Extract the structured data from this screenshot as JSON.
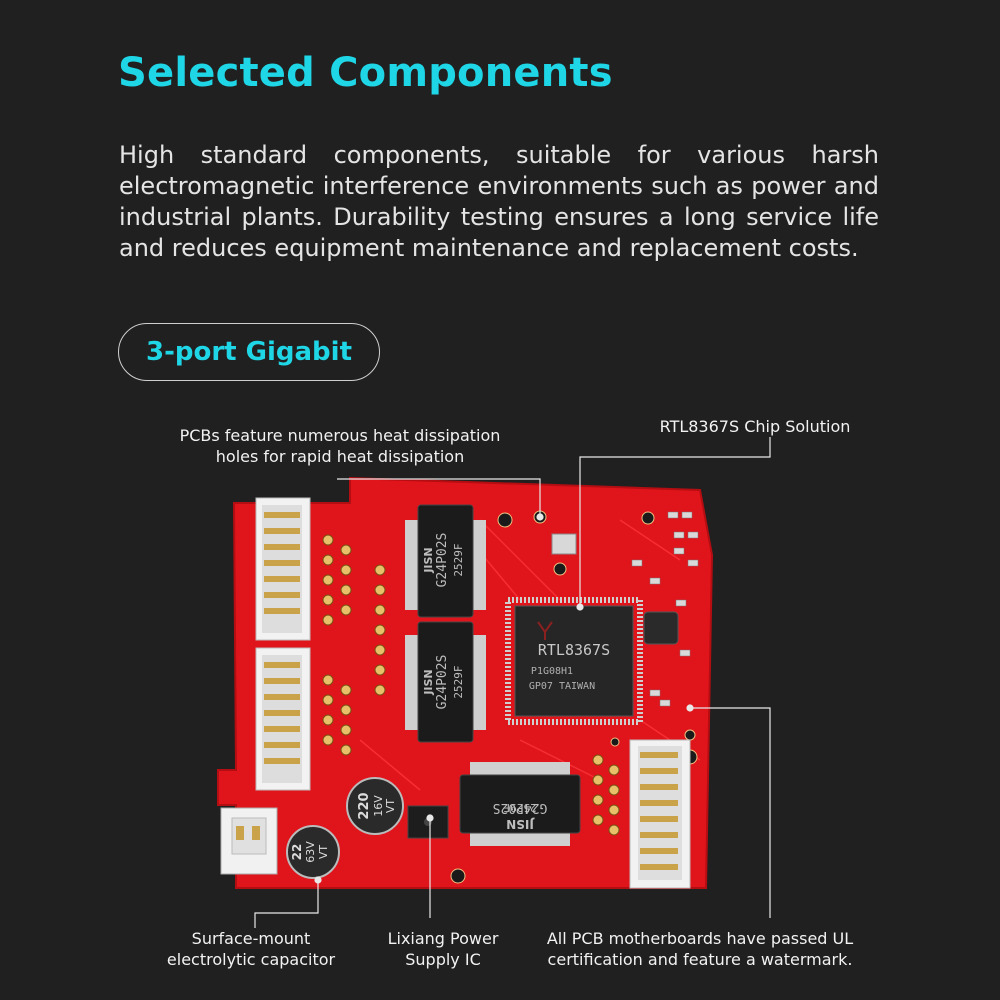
{
  "heading": "Selected Components",
  "description": "High standard components, suitable for various harsh electromagnetic interference environments such as power and industrial plants. Durability testing ensures a long service life and reduces equipment maintenance and replacement costs.",
  "badge": "3-port Gigabit",
  "callouts": {
    "heat_line1": "PCBs feature numerous heat dissipation",
    "heat_line2": "holes for rapid heat dissipation",
    "chip": "RTL8367S Chip Solution",
    "capacitor_line1": "Surface-mount",
    "capacitor_line2": "electrolytic capacitor",
    "power_line1": "Lixiang Power",
    "power_line2": "Supply IC",
    "ul_line1": "All PCB motherboards have passed UL",
    "ul_line2": "certification and feature a watermark."
  },
  "board_labels": {
    "main_chip_line1": "RTL8367S",
    "main_chip_line2": "P1G08H1",
    "main_chip_line3": "GP07 TAIWAN",
    "transformer_brand": "JISN",
    "transformer_model": "G24P02S",
    "transformer_code": "2529F",
    "cap_large_line1": "220",
    "cap_large_line2": "16V",
    "cap_large_line3": "VT",
    "cap_small_line1": "22",
    "cap_small_line2": "63V",
    "cap_small_line3": "VT"
  },
  "colors": {
    "accent": "#1fd6e6",
    "pcb": "#e0141b",
    "background": "#202020"
  }
}
